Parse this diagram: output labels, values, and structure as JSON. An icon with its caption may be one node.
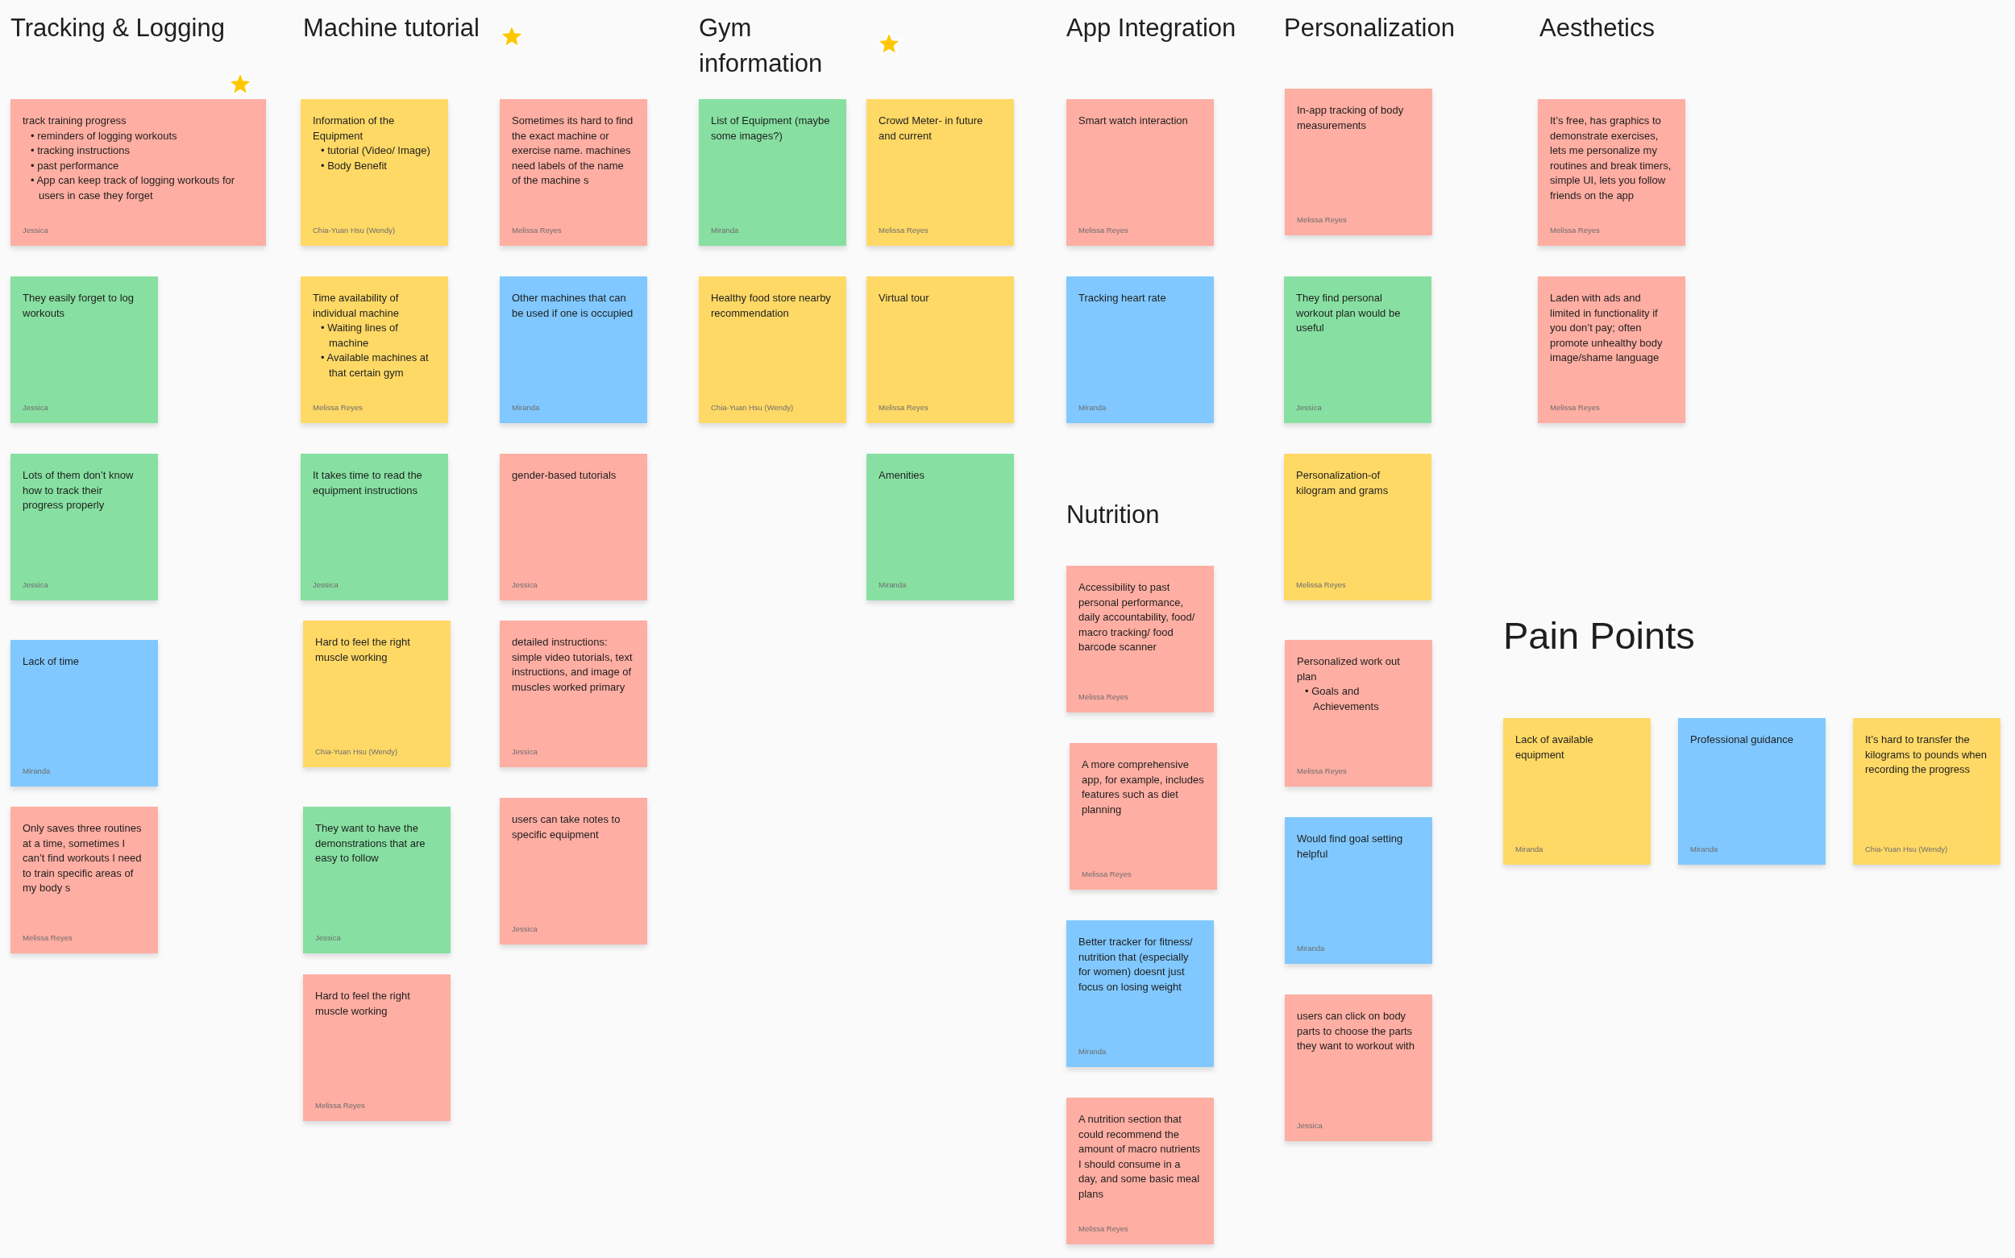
{
  "diagram": {
    "nodes": [
      {
        "text": [
          "track training progress",
          "• reminders of logging workouts",
          "• tracking instructions",
          "• past performance",
          "• App can keep track of logging workouts for users in case they forget",
          "Jessica"
        ]
      },
      {
        "text": [
          "They easily forget to log workouts",
          "Jessica"
        ]
      },
      {
        "text": [
          "Lots of them don’t know how to track their progress properly",
          "Jessica"
        ]
      },
      {
        "text": [
          "Lack of time",
          "Miranda"
        ]
      },
      {
        "text": [
          "Only saves three routines at a time, sometimes I can’t find workouts I need to train specific areas of my body s",
          "Melissa Reyes"
        ]
      },
      {
        "text": [
          "Information of the Equipment",
          "• tutorial (Video/ Image)",
          "• Body Benefit",
          "Chia-Yuan Hsu (Wendy)"
        ]
      },
      {
        "text": [
          "Time availability of individual machine",
          "• Waiting lines of machine",
          "• Available machines at that certain gym",
          "Melissa Reyes"
        ]
      },
      {
        "text": [
          "It takes time to read the equipment instructions",
          "Jessica"
        ]
      },
      {
        "text": [
          "Hard to feel the right muscle working",
          "Chia-Yuan Hsu (Wendy)"
        ]
      },
      {
        "text": [
          "They want to have the demonstrations that are easy to follow",
          "Jessica"
        ]
      },
      {
        "text": [
          "Hard to feel the right muscle working",
          "Melissa Reyes"
        ]
      },
      {
        "text": [
          "Sometimes its hard to find the exact machine or exercise name. machines need labels of the name of the machine s",
          "Melissa Reyes"
        ]
      },
      {
        "text": [
          "Other machines that can be used if one is occupied",
          "Miranda"
        ]
      },
      {
        "text": [
          "gender-based tutorials",
          "Jessica"
        ]
      },
      {
        "text": [
          "detailed instructions: simple video tutorials, text instructions, and image of muscles worked primary",
          "Jessica"
        ]
      },
      {
        "text": [
          "users can take notes to specific equipment",
          "Jessica"
        ]
      },
      {
        "text": [
          "List of Equipment (maybe some images?)",
          "Miranda"
        ]
      },
      {
        "text": [
          "Healthy food store nearby recommendation",
          "Chia-Yuan Hsu (Wendy)"
        ]
      },
      {
        "text": [
          "Crowd Meter- in future and current",
          "Melissa Reyes"
        ]
      },
      {
        "text": [
          "Virtual tour",
          "Melissa Reyes"
        ]
      },
      {
        "text": [
          "Amenities",
          "Miranda"
        ]
      },
      {
        "text": [
          "Smart watch interaction",
          "Melissa Reyes"
        ]
      },
      {
        "text": [
          "Tracking heart rate",
          "Miranda"
        ]
      },
      {
        "text": [
          "Accessibility to past personal performance, daily accountability, food/ macro tracking/ food barcode scanner",
          "Melissa Reyes"
        ]
      },
      {
        "text": [
          "A more comprehensive app, for example, includes features such as diet planning",
          "Melissa Reyes"
        ]
      },
      {
        "text": [
          "Better tracker for fitness/ nutrition that (especially for women) doesnt just focus on losing weight",
          "Miranda"
        ]
      },
      {
        "text": [
          "A nutrition section that could recommend the amount of macro nutrients I should consume in a day, and some basic meal plans",
          "Melissa Reyes"
        ]
      },
      {
        "text": [
          "In-app tracking of body measurements",
          "Melissa Reyes"
        ]
      },
      {
        "text": [
          "They find personal workout plan would be useful",
          "Jessica"
        ]
      },
      {
        "text": [
          "Personalization-of kilogram and grams",
          "Melissa Reyes"
        ]
      },
      {
        "text": [
          "Personalized work out plan",
          "• Goals and Achievements",
          "Melissa Reyes"
        ]
      },
      {
        "text": [
          "Would find goal setting helpful",
          "Miranda"
        ]
      },
      {
        "text": [
          "users can click on body parts to choose the parts they want to workout with",
          "Jessica"
        ]
      },
      {
        "text": [
          "It’s free, has graphics to demonstrate exercises, lets me personalize my routines and break timers, simple UI, lets you follow friends on the app",
          "Melissa Reyes"
        ]
      },
      {
        "text": [
          "Laden with ads and limited in functionality if you don’t pay; often promote unhealthy body image/shame language",
          "Melissa Reyes"
        ]
      },
      {
        "text": [
          "Lack of available equipment",
          "Miranda"
        ]
      },
      {
        "text": [
          "Professional guidance",
          "Miranda"
        ]
      },
      {
        "text": [
          "It’s hard to transfer the kilograms to pounds when recording the progress",
          "Chia-Yuan Hsu (Wendy)"
        ]
      }
    ],
    "labels": [
      "Tracking & Logging",
      "Machine tutorial",
      "Gym information",
      "App Integration",
      "Personalization",
      "Aesthetics",
      "Nutrition",
      "Pain Points"
    ]
  }
}
